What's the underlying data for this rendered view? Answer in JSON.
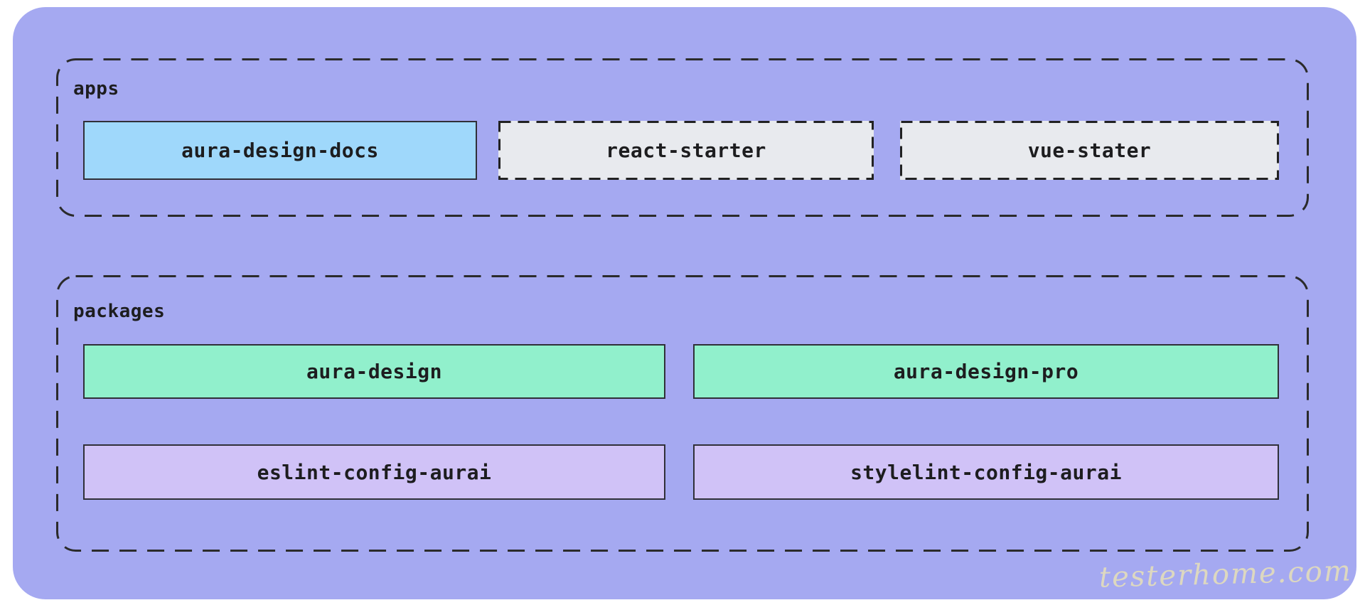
{
  "palette": {
    "page_bg": "#ffffff",
    "board_bg": "#a5a9f1",
    "active_app_bg": "#9fd8fb",
    "muted_app_bg": "#e8eaee",
    "package_core_bg": "#91f0cc",
    "package_config_bg": "#d0c2f7",
    "outline": "#2b2b2b",
    "text": "#1d1d1f",
    "watermark_text_color": "#ddd8c0"
  },
  "sections": [
    {
      "label": "apps",
      "boxes": [
        {
          "label": "aura-design-docs"
        },
        {
          "label": "react-starter"
        },
        {
          "label": "vue-stater"
        }
      ]
    },
    {
      "label": "packages",
      "boxes": [
        {
          "label": "aura-design"
        },
        {
          "label": "aura-design-pro"
        },
        {
          "label": "eslint-config-aurai"
        },
        {
          "label": "stylelint-config-aurai"
        }
      ]
    }
  ],
  "watermark": {
    "text": "testerhome.com"
  }
}
